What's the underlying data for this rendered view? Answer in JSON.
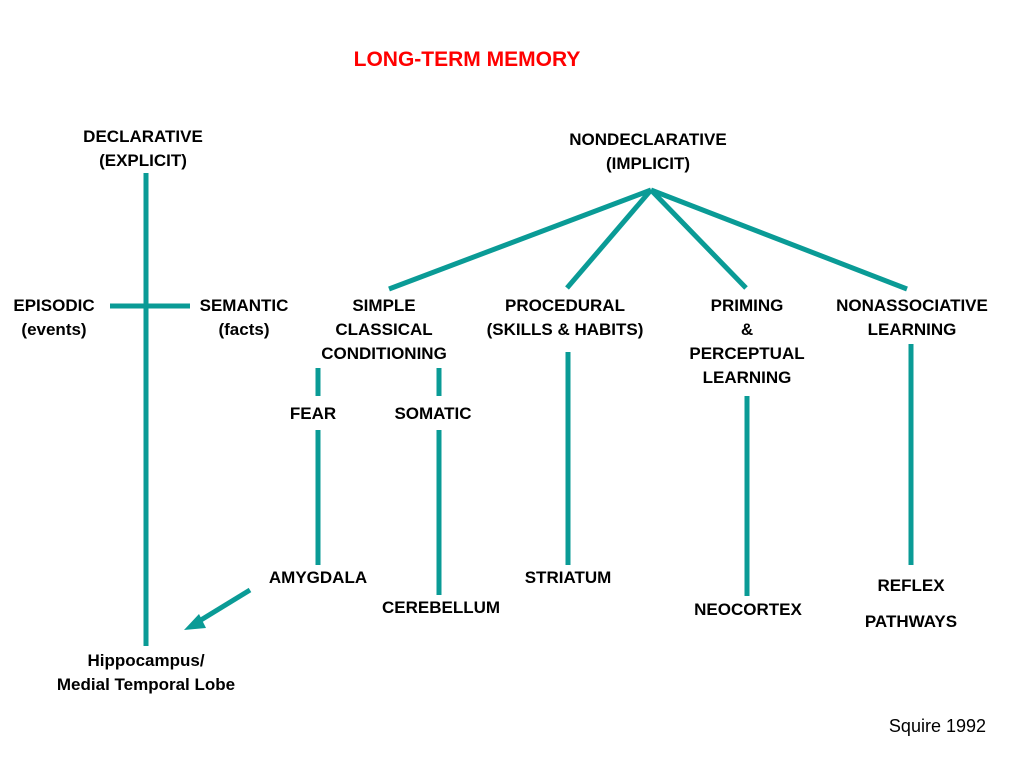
{
  "title": "LONG-TERM MEMORY",
  "line_color": "#0a9b96",
  "title_color": "#ff0000",
  "nodes": {
    "declarative": [
      "DECLARATIVE",
      "(EXPLICIT)"
    ],
    "nondeclarative": [
      "NONDECLARATIVE",
      "(IMPLICIT)"
    ],
    "episodic": [
      "EPISODIC",
      "(events)"
    ],
    "semantic": [
      "SEMANTIC",
      "(facts)"
    ],
    "simple_classical": [
      "SIMPLE",
      "CLASSICAL",
      "CONDITIONING"
    ],
    "procedural": [
      "PROCEDURAL",
      "(SKILLS & HABITS)"
    ],
    "priming": [
      "PRIMING",
      "&",
      "PERCEPTUAL",
      "LEARNING"
    ],
    "nonassociative": [
      "NONASSOCIATIVE",
      "LEARNING"
    ],
    "fear": "FEAR",
    "somatic": "SOMATIC",
    "amygdala": "AMYGDALA",
    "cerebellum": "CEREBELLUM",
    "striatum": "STRIATUM",
    "neocortex": "NEOCORTEX",
    "reflex": [
      "REFLEX",
      "PATHWAYS"
    ],
    "hippocampus": [
      "Hippocampus/",
      "Medial Temporal Lobe"
    ]
  },
  "citation": "Squire 1992"
}
